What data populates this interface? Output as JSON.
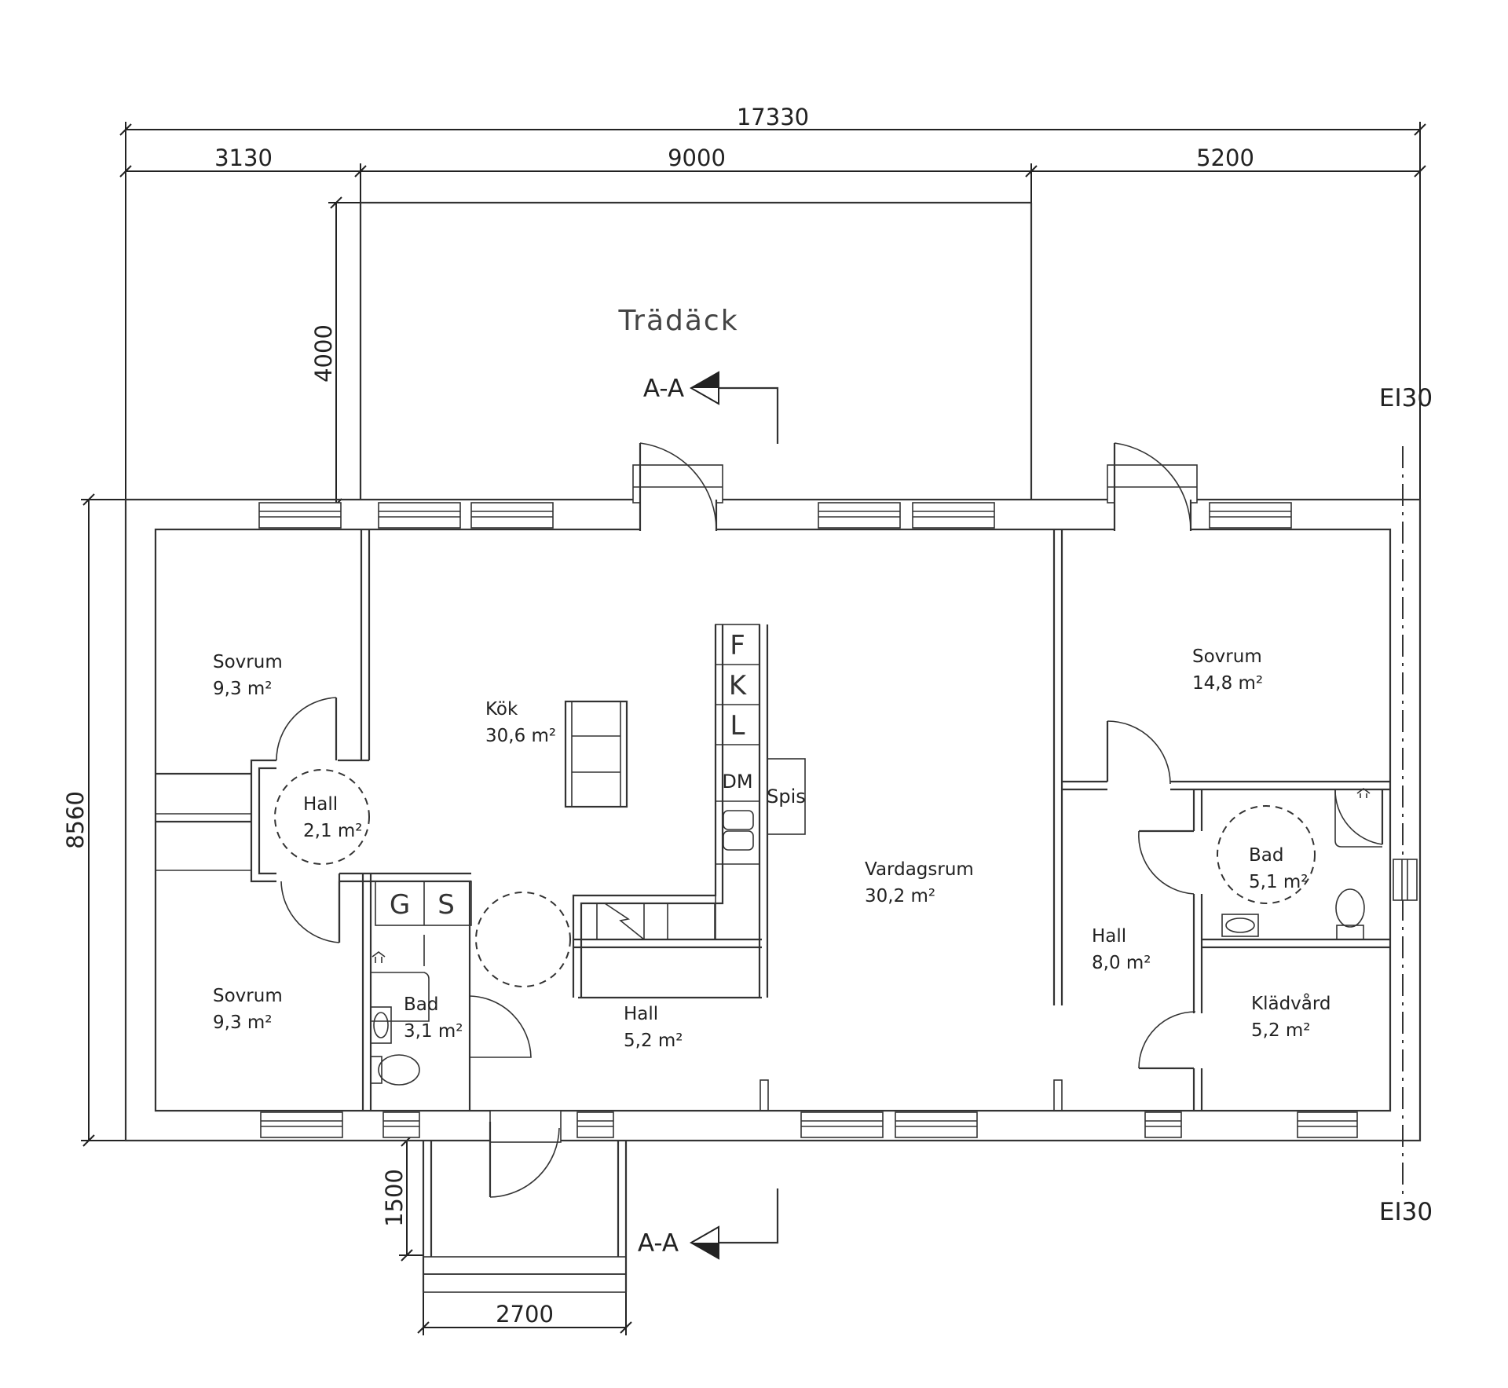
{
  "dimensions": {
    "overall_width": "17330",
    "left_segment": "3130",
    "middle_segment": "9000",
    "right_segment": "5200",
    "deck_depth": "4000",
    "house_depth": "8560",
    "porch_depth": "1500",
    "porch_width": "2700"
  },
  "deck": {
    "label": "Trädäck"
  },
  "section_marks": {
    "top": "A-A",
    "bottom": "A-A"
  },
  "fire_marks": {
    "top": "EI30",
    "bottom": "EI30"
  },
  "rooms": {
    "sovrum_nw": {
      "name": "Sovrum",
      "area": "9,3 m²"
    },
    "hall_w": {
      "name": "Hall",
      "area": "2,1 m²"
    },
    "sovrum_sw": {
      "name": "Sovrum",
      "area": "9,3 m²"
    },
    "bad_w": {
      "name": "Bad",
      "area": "3,1 m²"
    },
    "kok": {
      "name": "Kök",
      "area": "30,6 m²"
    },
    "hall_entry": {
      "name": "Hall",
      "area": "5,2 m²"
    },
    "vardagsrum": {
      "name": "Vardagsrum",
      "area": "30,2 m²"
    },
    "sovrum_ne": {
      "name": "Sovrum",
      "area": "14,8 m²"
    },
    "hall_e": {
      "name": "Hall",
      "area": "8,0 m²"
    },
    "bad_e": {
      "name": "Bad",
      "area": "5,1 m²"
    },
    "kladvard": {
      "name": "Klädvård",
      "area": "5,2 m²"
    }
  },
  "fixtures": {
    "freezer": "F",
    "fridge": "K",
    "pantry": "L",
    "dishwasher": "DM",
    "stove": "Spis",
    "g": "G",
    "s": "S"
  }
}
